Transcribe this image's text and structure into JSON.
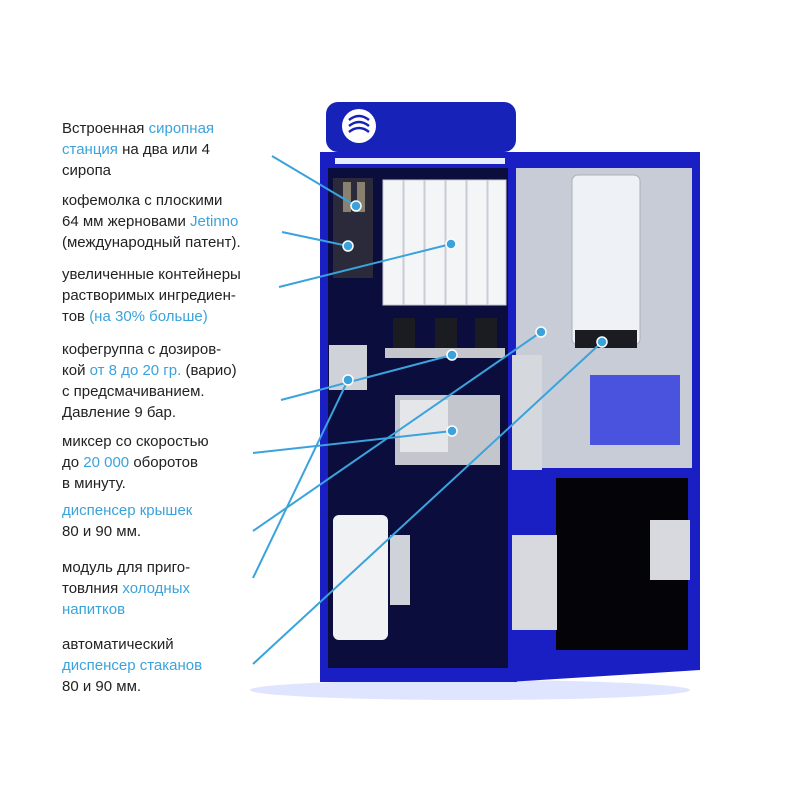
{
  "colors": {
    "text": "#222222",
    "accent": "#3aa3dc",
    "machine_blue": "#1a1fc4",
    "callout_line": "#3aa3dc"
  },
  "callouts": [
    {
      "parts": [
        {
          "t": "Встроенная "
        },
        {
          "t": "сиропная",
          "hl": true
        },
        {
          "t": "\n"
        },
        {
          "t": "станция",
          "hl": true
        },
        {
          "t": " на два или 4\nсиропа"
        }
      ]
    },
    {
      "parts": [
        {
          "t": "кофемолка с плоскими\n64 мм жерновами "
        },
        {
          "t": "Jetinno",
          "hl": true
        },
        {
          "t": "\n(международный патент)."
        }
      ]
    },
    {
      "parts": [
        {
          "t": "увеличенные контейнеры\nрастворимых ингредиен-\nтов "
        },
        {
          "t": "(на 30% больше)",
          "hl": true
        }
      ]
    },
    {
      "parts": [
        {
          "t": "кофегруппа с  дозиров-\nкой "
        },
        {
          "t": "от 8 до 20 гр.",
          "hl": true
        },
        {
          "t": "  (варио)\nс предсмачиванием.\nДавление 9 бар."
        }
      ]
    },
    {
      "parts": [
        {
          "t": "миксер со скоростью\nдо "
        },
        {
          "t": "20 000",
          "hl": true
        },
        {
          "t": " оборотов\nв минуту."
        }
      ]
    },
    {
      "parts": [
        {
          "t": "диспенсер крышек",
          "hl": true
        },
        {
          "t": "\n80 и 90 мм."
        }
      ]
    },
    {
      "parts": [
        {
          "t": "модуль для приго-\nтовлния "
        },
        {
          "t": "холодных\nнапитков",
          "hl": true
        }
      ]
    },
    {
      "parts": [
        {
          "t": "автоматический\n"
        },
        {
          "t": "диспенсер стаканов",
          "hl": true
        },
        {
          "t": "\n80 и 90 мм."
        }
      ]
    }
  ]
}
